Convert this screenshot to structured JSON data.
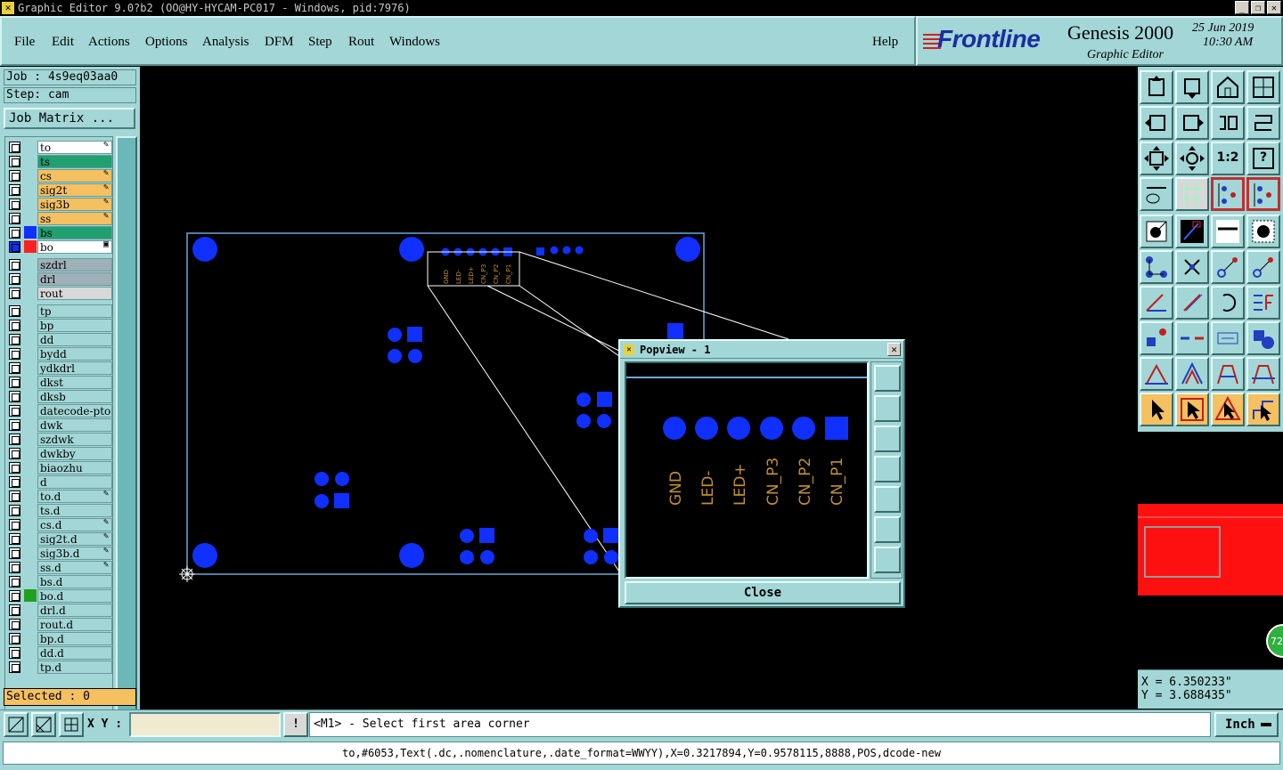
{
  "window": {
    "title": "Graphic Editor 9.0?b2 (OO@HY-HYCAM-PC017 - Windows, pid:7976)",
    "controls": [
      "_",
      "❐",
      "✕"
    ]
  },
  "menu": {
    "items": [
      "File",
      "Edit",
      "Actions",
      "Options",
      "Analysis",
      "DFM",
      "Step",
      "Rout",
      "Windows"
    ],
    "help": "Help"
  },
  "brand": {
    "logo": "Frontline",
    "product": "Genesis 2000",
    "subtitle": "Graphic Editor",
    "date": "25 Jun 2019",
    "time": "10:30 AM"
  },
  "job": {
    "job_label": "Job : 4s9eq03aa0",
    "step_label": "Step: cam",
    "matrix_button": "Job Matrix ...",
    "selected": "Selected : 0"
  },
  "layers": [
    {
      "name": "to",
      "bg": "#ffffff",
      "mark": "✎"
    },
    {
      "name": "ts",
      "bg": "#20a070",
      "mark": ""
    },
    {
      "name": "cs",
      "bg": "#f5c060",
      "mark": "✎"
    },
    {
      "name": "sig2t",
      "bg": "#f5c060",
      "mark": "✎"
    },
    {
      "name": "sig3b",
      "bg": "#f5c060",
      "mark": "✎"
    },
    {
      "name": "ss",
      "bg": "#f5c060",
      "mark": "✎"
    },
    {
      "name": "bs",
      "bg": "#20a070",
      "mark": "",
      "swatch": "#1030ff"
    },
    {
      "name": "bo",
      "bg": "#ffffff",
      "mark": "▣",
      "swatch": "#ff2020",
      "sel": true
    },
    {
      "name": "szdrl",
      "bg": "#a0b0b8",
      "mark": "",
      "gap": true
    },
    {
      "name": "drl",
      "bg": "#a0b0b8",
      "mark": ""
    },
    {
      "name": "rout",
      "bg": "#d8d8d8",
      "mark": ""
    },
    {
      "name": "tp",
      "bg": "#a3d6d6",
      "mark": "",
      "gap": true
    },
    {
      "name": "bp",
      "bg": "#a3d6d6",
      "mark": ""
    },
    {
      "name": "dd",
      "bg": "#a3d6d6",
      "mark": ""
    },
    {
      "name": "bydd",
      "bg": "#a3d6d6",
      "mark": ""
    },
    {
      "name": "ydkdrl",
      "bg": "#a3d6d6",
      "mark": ""
    },
    {
      "name": "dkst",
      "bg": "#a3d6d6",
      "mark": ""
    },
    {
      "name": "dksb",
      "bg": "#a3d6d6",
      "mark": ""
    },
    {
      "name": "datecode-pto",
      "bg": "#a3d6d6",
      "mark": ""
    },
    {
      "name": "dwk",
      "bg": "#a3d6d6",
      "mark": ""
    },
    {
      "name": "szdwk",
      "bg": "#a3d6d6",
      "mark": ""
    },
    {
      "name": "dwkby",
      "bg": "#a3d6d6",
      "mark": ""
    },
    {
      "name": "biaozhu",
      "bg": "#a3d6d6",
      "mark": ""
    },
    {
      "name": "d",
      "bg": "#a3d6d6",
      "mark": ""
    },
    {
      "name": "to.d",
      "bg": "#a3d6d6",
      "mark": "✎"
    },
    {
      "name": "ts.d",
      "bg": "#a3d6d6",
      "mark": ""
    },
    {
      "name": "cs.d",
      "bg": "#a3d6d6",
      "mark": "✎"
    },
    {
      "name": "sig2t.d",
      "bg": "#a3d6d6",
      "mark": "✎"
    },
    {
      "name": "sig3b.d",
      "bg": "#a3d6d6",
      "mark": "✎"
    },
    {
      "name": "ss.d",
      "bg": "#a3d6d6",
      "mark": "✎"
    },
    {
      "name": "bs.d",
      "bg": "#a3d6d6",
      "mark": ""
    },
    {
      "name": "bo.d",
      "bg": "#a3d6d6",
      "mark": "",
      "swatch": "#20a020"
    },
    {
      "name": "drl.d",
      "bg": "#a3d6d6",
      "mark": ""
    },
    {
      "name": "rout.d",
      "bg": "#a3d6d6",
      "mark": ""
    },
    {
      "name": "bp.d",
      "bg": "#a3d6d6",
      "mark": ""
    },
    {
      "name": "dd.d",
      "bg": "#a3d6d6",
      "mark": ""
    },
    {
      "name": "tp.d",
      "bg": "#a3d6d6",
      "mark": ""
    }
  ],
  "canvas": {
    "connector_labels": [
      "GND",
      "LED-",
      "LED+",
      "CN_P3",
      "CN_P2",
      "CN_P1"
    ]
  },
  "popview": {
    "title": "Popview - 1",
    "labels": [
      "GND",
      "LED-",
      "LED+",
      "CN_P3",
      "CN_P2",
      "CN_P1"
    ],
    "close_button": "Close",
    "close_x": "✕"
  },
  "right_tools": {
    "scale_label": "1:2",
    "help_label": "?"
  },
  "overview": {
    "badge": "72"
  },
  "coords": {
    "x": "X = 6.350233\"",
    "y": "Y = 3.688435\""
  },
  "bottom": {
    "xy_label": "X Y :",
    "xy_value": "",
    "warn": "!",
    "prompt": "<M1> - Select first area corner",
    "units": "Inch"
  },
  "status": {
    "line": "to,#6053,Text(.dc,.nomenclature,.date_format=WWYY),X=0.3217894,Y=0.9578115,8888,POS,dcode-new"
  },
  "colors": {
    "panel": "#a3d6d6",
    "pad": "#1030ff",
    "text_layer": "#c09030",
    "board_outline": "#6aa8d8",
    "highlight": "#f5c060"
  }
}
